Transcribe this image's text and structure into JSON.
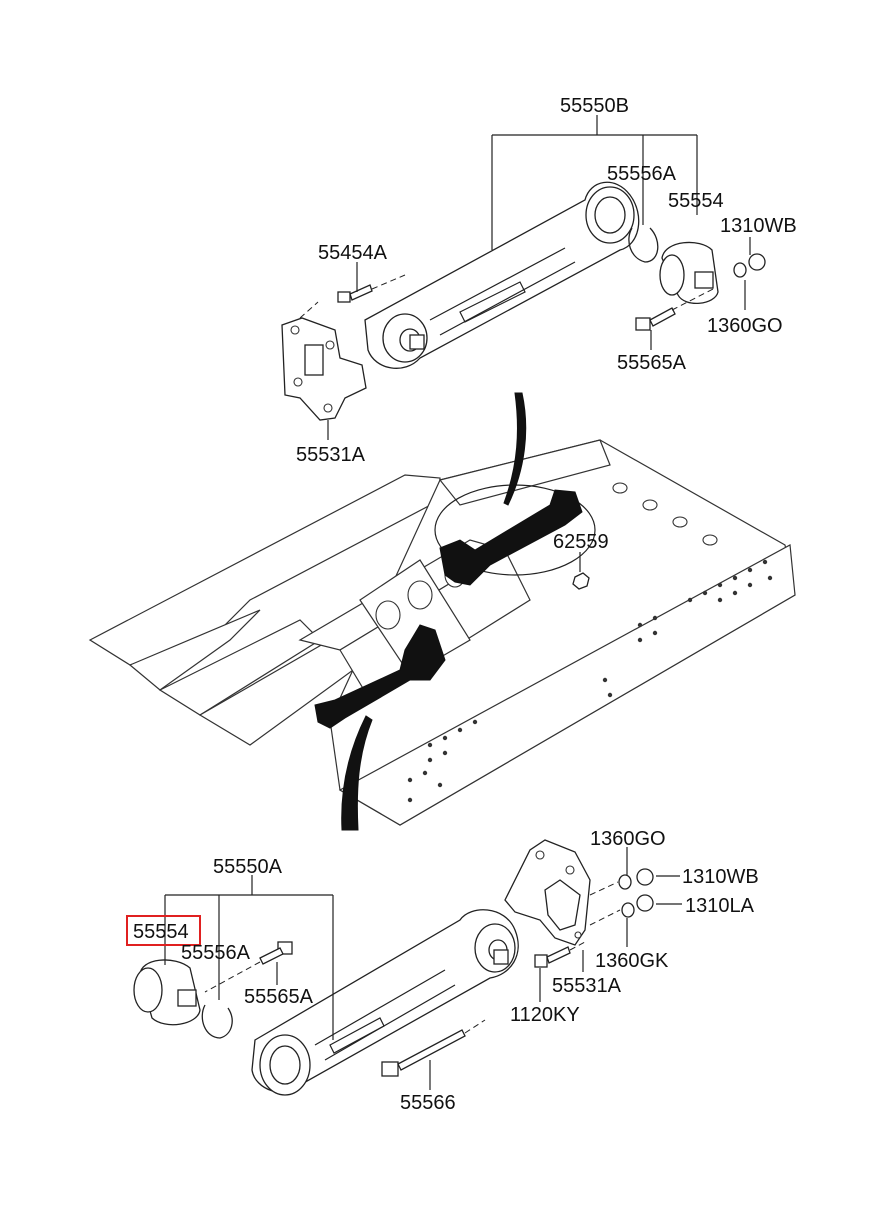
{
  "diagram": {
    "highlight_color": "#e02020",
    "labels": {
      "upper_assembly": "55550B",
      "upper_snap_ring": "55556A",
      "upper_bushing": "55554",
      "upper_nut_wb": "1310WB",
      "upper_washer": "1360GO",
      "upper_bolt_short": "55565A",
      "upper_bolt_bracket": "55454A",
      "upper_bracket": "55531A",
      "frame_nut": "62559",
      "lower_assembly": "55550A",
      "lower_bushing": "55554",
      "lower_snap_ring": "55556A",
      "lower_bolt_short": "55565A",
      "lower_bolt_long": "55566",
      "lower_washer_go": "1360GO",
      "lower_nut_wb": "1310WB",
      "lower_nut_la": "1310LA",
      "lower_washer_gk": "1360GK",
      "lower_bracket": "55531A",
      "lower_bolt_bracket": "1120KY"
    }
  }
}
